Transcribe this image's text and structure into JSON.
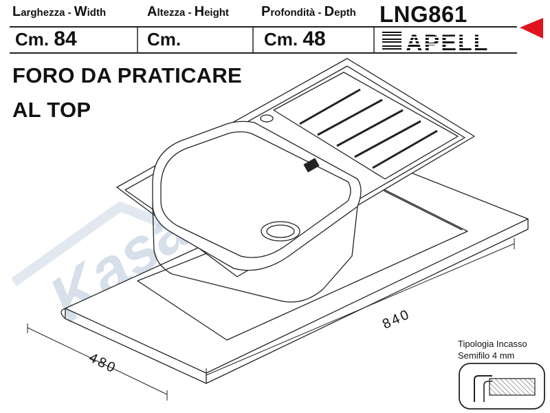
{
  "header": {
    "width_label": {
      "cap1": "L",
      "rest1": "arghezza - ",
      "cap2": "W",
      "rest2": "idth"
    },
    "height_label": {
      "cap1": "A",
      "rest1": "ltezza - ",
      "cap2": "H",
      "rest2": "eight"
    },
    "depth_label": {
      "cap1": "P",
      "rest1": "rofondità - ",
      "cap2": "D",
      "rest2": "epth"
    },
    "width_value": {
      "unit": "Cm.",
      "number": "84"
    },
    "height_value": {
      "unit": "Cm.",
      "number": ""
    },
    "depth_value": {
      "unit": "Cm.",
      "number": "48"
    },
    "model": "LNG861",
    "brand_logo": "APELL"
  },
  "cutout_title": {
    "line1": "FORO DA PRATICARE",
    "line2": "AL TOP"
  },
  "watermark": "Kasa Cucina",
  "dimensions": {
    "width": "840",
    "depth": "480"
  },
  "installation": {
    "line1": "Tipologia Incasso",
    "line2": "Semifilo 4 mm"
  },
  "colors": {
    "accent_triangle": "#e0141e",
    "ink": "#111111",
    "watermark": "#c9d5e3"
  }
}
